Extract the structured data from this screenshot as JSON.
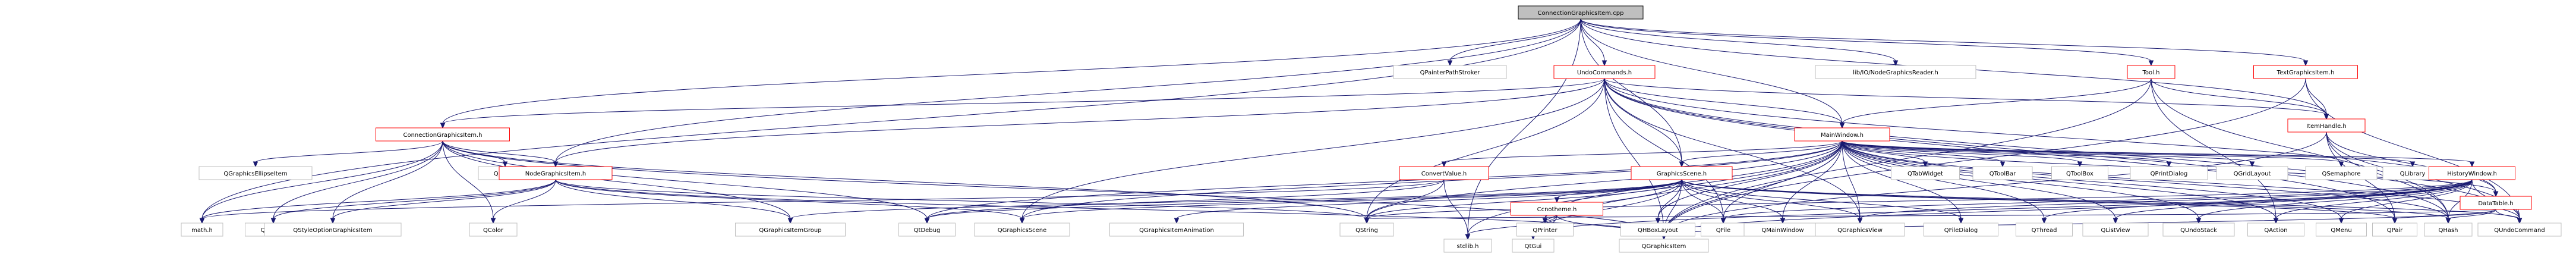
{
  "diagram": {
    "type": "include-dependency-graph",
    "edge_color": "#191970",
    "box_stroke": "#bfbfbf",
    "highlight_stroke": "#ff0000",
    "root_fill": "#bfbfbf",
    "nodes": {
      "root": "ConnectionGraphicsItem.cpp",
      "QPainterPathStroker": "QPainterPathStroker",
      "nodereader": "lib/IO/NodeGraphicsReader.h",
      "undocommands": "UndoCommands.h",
      "textgraphicsitem": "TextGraphicsItem.h",
      "tool": "Tool.h",
      "itemhandle": "ItemHandle.h",
      "connectiongraphicsitem": "ConnectionGraphicsItem.h",
      "mainwindow": "MainWindow.h",
      "QGraphicsEllipseItem": "QGraphicsEllipseItem",
      "QPointF": "QPointF",
      "nodegraphicsitem": "NodeGraphicsItem.h",
      "converttable": "ConvertValue.h",
      "graphicsscene": "GraphicsScene.h",
      "QTabWidget": "QTabWidget",
      "QToolBar": "QToolBar",
      "QToolBox": "QToolBox",
      "QPrintDialog": "QPrintDialog",
      "QGridLayout": "QGridLayout",
      "QSemaphore": "QSemaphore",
      "QLibrary": "QLibrary",
      "historywindow": "HistoryWindow.h",
      "datatable": "DataTable.h",
      "mathh": "math.h",
      "QPainter": "QPainter",
      "QStyleOptionGraphicsItem": "QStyleOptionGraphicsItem",
      "QColor": "QColor",
      "QGraphicsItemGroup": "QGraphicsItemGroup",
      "QtDebug": "QtDebug",
      "QGraphicsScene": "QGraphicsScene",
      "QGraphicsItemAnimation": "QGraphicsItemAnimation",
      "QString": "QString",
      "QPrinter": "QPrinter",
      "QHBoxLayout": "QHBoxLayout",
      "QFile": "QFile",
      "QMainWindow": "QMainWindow",
      "QGraphicsView": "QGraphicsView",
      "QFileDialog": "QFileDialog",
      "QThread": "QThread",
      "QListView": "QListView",
      "QUndoStack": "QUndoStack",
      "QAction": "QAction",
      "QMenu": "QMenu",
      "QPair": "QPair",
      "QHash": "QHash",
      "QUndoCommand": "QUndoCommand",
      "coordinates": "Ccnotheme.h",
      "stdlibh": "stdlib.h",
      "QtGui": "QtGui",
      "QGraphicsItem": "QGraphicsItem"
    }
  }
}
